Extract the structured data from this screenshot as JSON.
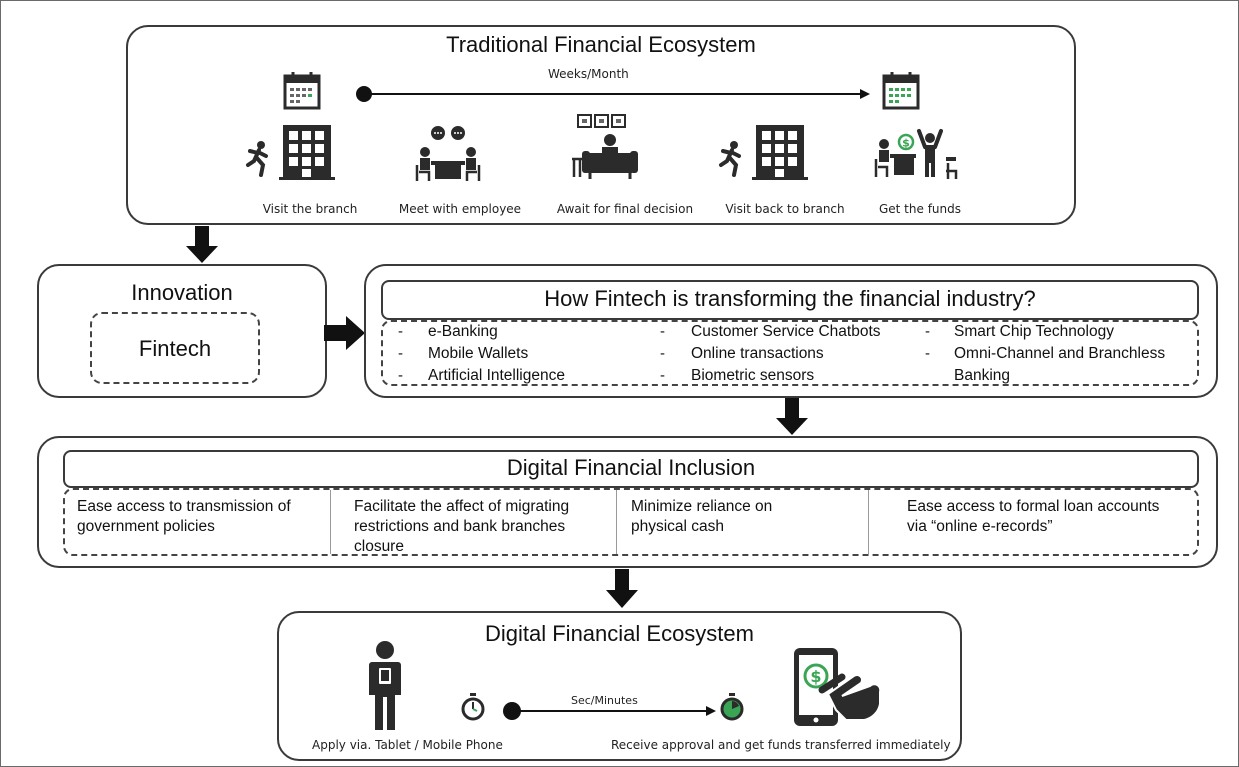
{
  "traditional": {
    "title": "Traditional Financial Ecosystem",
    "timeline_label": "Weeks/Month",
    "steps": [
      {
        "label": "Visit the branch",
        "icon": "running-person-building-icon"
      },
      {
        "label": "Meet with employee",
        "icon": "meeting-people-icon"
      },
      {
        "label": "Await for final decision",
        "icon": "waiting-person-icon"
      },
      {
        "label": "Visit back to branch",
        "icon": "running-person-building-icon"
      },
      {
        "label": "Get the funds",
        "icon": "celebrating-person-icon"
      }
    ]
  },
  "innovation": {
    "title": "Innovation",
    "subtitle": "Fintech"
  },
  "fintech": {
    "title": "How Fintech is transforming the financial industry?",
    "columns": [
      [
        "e-Banking",
        "Mobile Wallets",
        "Artificial Intelligence"
      ],
      [
        "Customer Service Chatbots",
        "Online transactions",
        "Biometric sensors"
      ],
      [
        "Smart Chip Technology",
        "Omni-Channel and Branchless",
        "Banking"
      ]
    ],
    "bullet": "-"
  },
  "inclusion": {
    "title": "Digital Financial Inclusion",
    "cells": [
      [
        "Ease access to transmission of",
        "government policies"
      ],
      [
        "Facilitate the affect of migrating",
        "restrictions and bank branches",
        "closure"
      ],
      [
        "Minimize reliance on",
        "physical cash"
      ],
      [
        "Ease access to formal loan accounts",
        "via “online e-records”"
      ]
    ]
  },
  "digital": {
    "title": "Digital Financial Ecosystem",
    "timeline_label": "Sec/Minutes",
    "left_caption": "Apply via. Tablet / Mobile Phone",
    "right_caption": "Receive approval and get funds transferred  immediately"
  },
  "colors": {
    "accent_green": "#3aa655",
    "stroke": "#3a3a3a",
    "icon": "#2b2b2b"
  }
}
